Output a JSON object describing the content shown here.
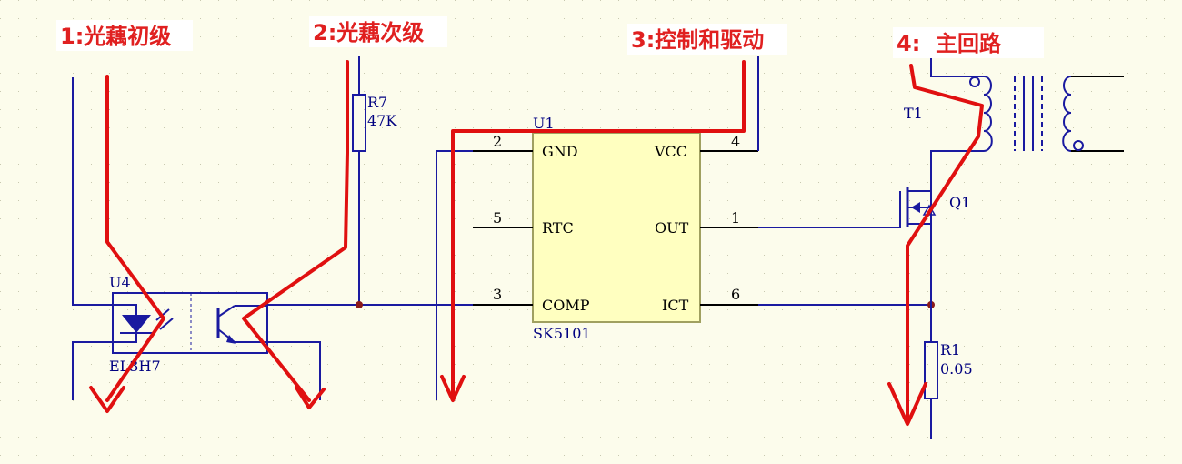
{
  "annotations": {
    "a1": "1:光藕初级",
    "a2": "2:光藕次级",
    "a3": "3:控制和驱动",
    "a4": "4:  主回路"
  },
  "components": {
    "u4": "U4",
    "u4_part": "EL3H7",
    "r7": "R7",
    "r7_value": "47K",
    "u1": "U1",
    "u1_part": "SK5101",
    "t1": "T1",
    "q1": "Q1",
    "r1": "R1",
    "r1_value": "0.05"
  },
  "ic_pins": {
    "gnd": "GND",
    "gnd_num": "2",
    "rtc": "RTC",
    "rtc_num": "5",
    "comp": "COMP",
    "comp_num": "3",
    "vcc": "VCC",
    "vcc_num": "4",
    "out": "OUT",
    "out_num": "1",
    "ict": "ICT",
    "ict_num": "6"
  },
  "colors": {
    "background": "#fcfcec",
    "wire": "#1a1aa0",
    "annotation": "#e01010",
    "ic_fill": "#ffffc0"
  }
}
